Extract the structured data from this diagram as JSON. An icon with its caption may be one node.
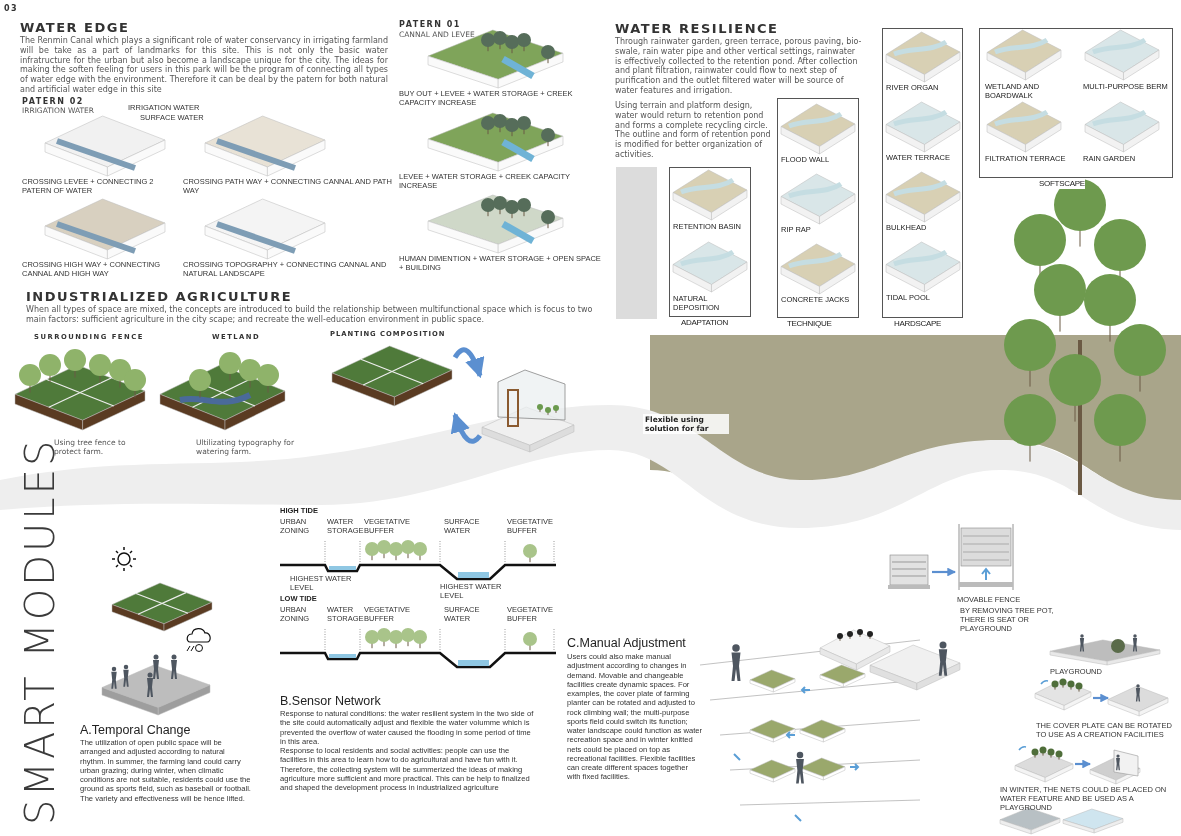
{
  "diagram": {
    "nodes": [
      {
        "text": [],
        "shape": "box"
      },
      {
        "text": [
          "RETENTION BASIN",
          "NATURAL DEPOSITION",
          "ADAPTATION"
        ]
      },
      {
        "text": [
          "FLOOD WALL",
          "RIP RAP",
          "CONCRETE JACKS",
          "TECHNIQUE"
        ]
      },
      {
        "text": [
          "RIVER ORGAN",
          "WATER TERRACE",
          "BULKHEAD",
          "TIDAL POOL",
          "HARDSCAPE"
        ]
      },
      {
        "text": [
          "WETLAND AND BOARDWALK",
          "MULTI-PURPOSE BERM",
          "FILTRATION TERRACE",
          "RAIN GARDEN",
          "SOFTSCAPE"
        ]
      },
      {
        "text": [
          "PLANTING COMPOSITION"
        ]
      },
      {
        "text": [],
        "shape": "picture"
      },
      {
        "text": [],
        "shape": "picture"
      },
      {
        "text": [],
        "shape": "picture",
        "beside": [
          "MOVABLE FENCE"
        ]
      },
      {
        "text": [],
        "shape": "picture"
      },
      {
        "text": [],
        "shape": "picture"
      },
      {
        "text": [],
        "shape": "picture"
      },
      {
        "text": [],
        "shape": "picture"
      }
    ],
    "edges": [
      {
        "from": 5,
        "to": 6,
        "arrow": "to",
        "style": "thick"
      },
      {
        "from": 6,
        "to": 5,
        "arrow": "to",
        "style": "thick"
      },
      {
        "from": 7,
        "to": 8,
        "arrow": "to"
      },
      {
        "from": 9,
        "to": 10,
        "arrow": "to"
      },
      {
        "from": 11,
        "to": 12,
        "arrow": "to"
      }
    ],
    "labels": [
      "03",
      "WATER EDGE",
      "The Renmin Canal which plays a significant role of water conservancy in irrigating farmland will be take as a part of landmarks for this site. This is not only the basic water infratructure for the urban but also become a landscape unique for the city. The ideas for making the soften feeling for users in this park will be the program of connecting all types of water edge with the environment. Therefore it can be deal by the patern for both natural and artificial water edge in this site",
      "PATERN 02",
      "IRRIGATION WATER",
      "IRRIGATION WATER",
      "SURFACE WATER",
      "CROSSING LEVEE + CONNECTING 2 PATERN OF WATER",
      "CROSSING PATH WAY + CONNECTING CANNAL AND PATH WAY",
      "CROSSING HIGH WAY + CONNECTING CANNAL AND HIGH WAY",
      "CROSSING TOPOGRAPHY + CONNECTING CANNAL AND NATURAL LANDSCAPE",
      "PATERN 01",
      "CANNAL AND LEVEE",
      "BUY OUT + LEVEE + WATER STORAGE + CREEK CAPACITY INCREASE",
      "LEVEE + WATER STORAGE + CREEK CAPACITY INCREASE",
      "HUMAN DIMENTION + WATER STORAGE + OPEN SPACE + BUILDING",
      "WATER RESILIENCE",
      "Through rainwater garden, green terrace, porous paving, bio-swale, rain water pipe and other vertical settings, rainwater is effectively collected to the retention pond. After collection and plant filtration, rainwater could flow to next step of purification and the outlet filtered water will be source of water features and irrigation.",
      "Using terrain and platform design, water would return to retention pond and forms a complete recycling circle. The outline and form of retention pond is modified for better organization of activities.",
      "INDUSTRIALIZED AGRICULTURE",
      "When all types of space are mixed, the concepts are introduced to build the relationship between multifunctional space which is focus to two main factors: sufficient agriculture in the city scape; and recreate the well-education environment in public space.",
      "SURROUNDING FENCE",
      "WETLAND",
      "Using tree fence to protect farm.",
      "Ultilizating typography for watering farm.",
      "Flexible using solution for far",
      "SMART MODULES",
      "HIGH TIDE",
      "URBAN ZONING",
      "WATER STORAGE",
      "VEGETATIVE BUFFER",
      "SURFACE WATER",
      "VEGETATIVE BUFFER",
      "HIGHEST WATER LEVEL",
      "HIGHEST WATER LEVEL",
      "LOW TIDE",
      "URBAN ZONING",
      "WATER STORAGE",
      "VEGETATIVE BUFFER",
      "SURFACE WATER",
      "VEGETATIVE BUFFER",
      "A.Temporal Change",
      "The utilization of open public space will be arranged and adjusted according to natural rhythm. In summer, the farming land could carry urban grazing; during winter, when climatic conditions are not suitable, residents could use the ground as sports field, such as baseball or football. The variety and effectiveness will be hence lifted.",
      "B.Sensor Network",
      "Response to natural conditions: the water resilient system in the two side of the site could automatically adjust and flexible the water volumme which is prevented the overflow of water caused the flooding in some period of time in this area.",
      "Response to local residents and social activities: people can use the facilities in this area to learn how to do agricultural and have fun with it. Therefore, the collecting system will be summerized the ideas of making agriculture more sufficient and more practical. This can be help to finalized and shaped the development process in industrialized agriculture",
      "C.Manual Adjustment",
      "Users could also make manual adjustment according to changes in demand. Movable and changeable facilities create dynamic spaces. For examples, the cover plate of farming planter can be rotated and adjusted to rock climbing wall; the multi-purpose sports field could switch its function; water landscape could function as water recreation space and in winter knitted nets could be placed on top as recreational facilities. Flexible facilities can create different spaces together with fixed facilities.",
      "BY REMOVING TREE POT, THERE IS SEAT OR PLAYGROUND",
      "PLAYGROUND",
      "THE COVER PLATE CAN BE ROTATED TO USE AS A CREATION FACILITIES",
      "IN WINTER, THE NETS COULD BE PLACED ON WATER FEATURE AND BE USED AS A PLAYGROUND"
    ]
  }
}
